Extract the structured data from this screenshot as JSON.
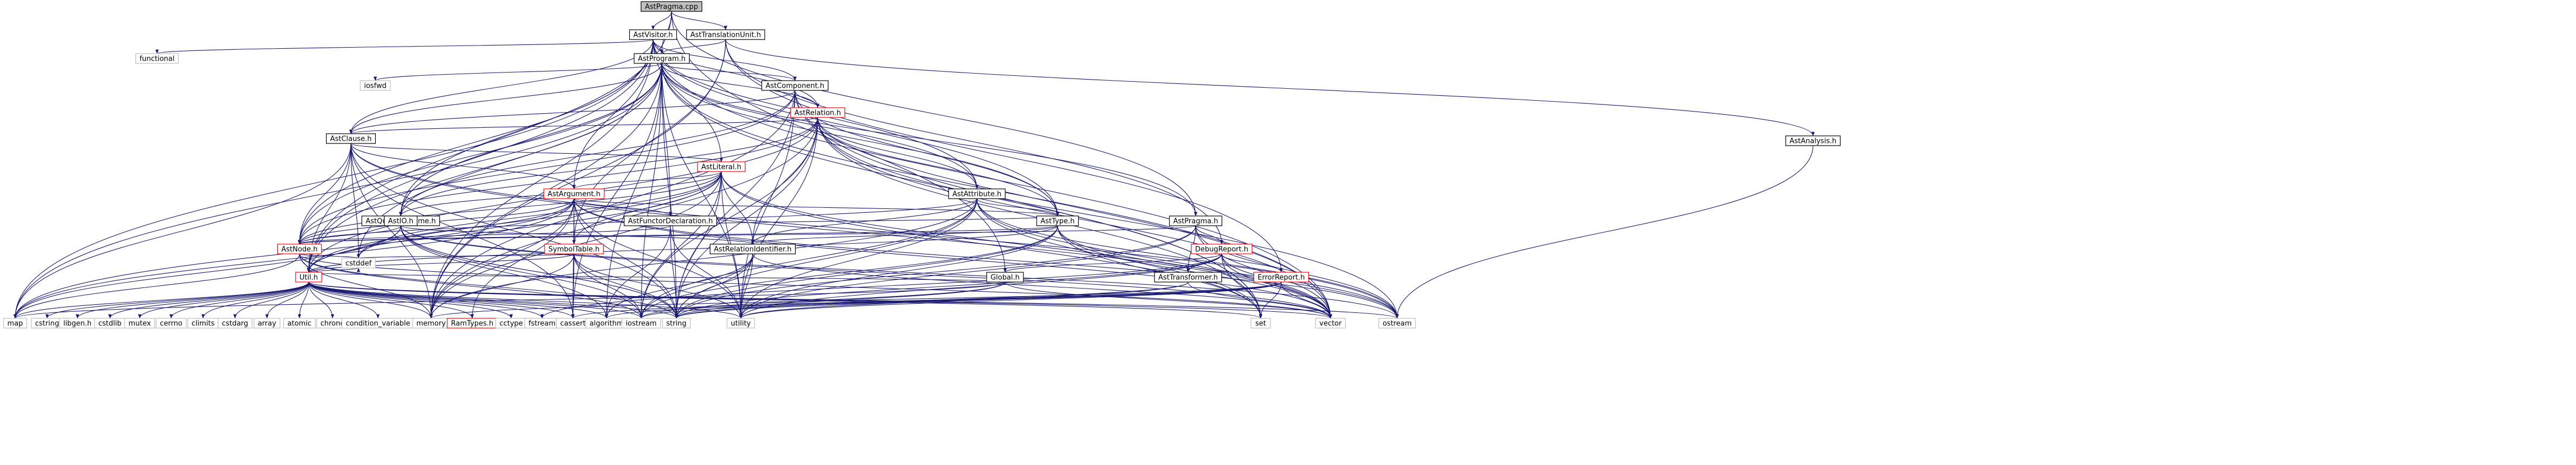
{
  "colors": {
    "root_fill": "#bfbfbf",
    "node_fill": "#ffffff",
    "system_border": "#bfbfbf",
    "link_border": "#000000",
    "external_border": "#ff0000",
    "edge": "#191970"
  },
  "nodes": [
    {
      "id": "root",
      "label": "AstPragma.cpp",
      "kind": "root"
    },
    {
      "id": "astvisitor",
      "label": "AstVisitor.h",
      "kind": "link"
    },
    {
      "id": "asttranslationunit",
      "label": "AstTranslationUnit.h",
      "kind": "link"
    },
    {
      "id": "functional",
      "label": "functional",
      "kind": "system"
    },
    {
      "id": "astprogram",
      "label": "AstProgram.h",
      "kind": "link"
    },
    {
      "id": "astanalysis",
      "label": "AstAnalysis.h",
      "kind": "link"
    },
    {
      "id": "iosfwd",
      "label": "iosfwd",
      "kind": "system"
    },
    {
      "id": "astcomponent",
      "label": "AstComponent.h",
      "kind": "link"
    },
    {
      "id": "astrelation",
      "label": "AstRelation.h",
      "kind": "external"
    },
    {
      "id": "astclause",
      "label": "AstClause.h",
      "kind": "link"
    },
    {
      "id": "astliteral",
      "label": "AstLiteral.h",
      "kind": "external"
    },
    {
      "id": "astargument",
      "label": "AstArgument.h",
      "kind": "external"
    },
    {
      "id": "astattribute",
      "label": "AstAttribute.h",
      "kind": "link"
    },
    {
      "id": "asttype",
      "label": "AstType.h",
      "kind": "link"
    },
    {
      "id": "astfunctordeclaration",
      "label": "AstFunctorDeclaration.h",
      "kind": "link"
    },
    {
      "id": "astpragma",
      "label": "AstPragma.h",
      "kind": "link"
    },
    {
      "id": "astqualifiedname",
      "label": "AstQualifiedName.h",
      "kind": "link"
    },
    {
      "id": "astabstract",
      "label": "AstIO.h",
      "kind": "link"
    },
    {
      "id": "astrelationidentifier",
      "label": "AstRelationIdentifier.h",
      "kind": "link"
    },
    {
      "id": "symboltable",
      "label": "SymbolTable.h",
      "kind": "external"
    },
    {
      "id": "astnode",
      "label": "AstNode.h",
      "kind": "external"
    },
    {
      "id": "debugreport",
      "label": "DebugReport.h",
      "kind": "external"
    },
    {
      "id": "asttransformer",
      "label": "AstTransformer.h",
      "kind": "link"
    },
    {
      "id": "global",
      "label": "Global.h",
      "kind": "link"
    },
    {
      "id": "errorreport",
      "label": "ErrorReport.h",
      "kind": "external"
    },
    {
      "id": "util",
      "label": "Util.h",
      "kind": "external"
    },
    {
      "id": "cstddef",
      "label": "cstddef",
      "kind": "system"
    },
    {
      "id": "map",
      "label": "map",
      "kind": "system"
    },
    {
      "id": "cstring",
      "label": "cstring",
      "kind": "system"
    },
    {
      "id": "libgen",
      "label": "libgen.h",
      "kind": "system"
    },
    {
      "id": "cstdlib",
      "label": "cstdlib",
      "kind": "system"
    },
    {
      "id": "mutex",
      "label": "mutex",
      "kind": "system"
    },
    {
      "id": "cerrno",
      "label": "cerrno",
      "kind": "system"
    },
    {
      "id": "climits",
      "label": "climits",
      "kind": "system"
    },
    {
      "id": "cstdarg",
      "label": "cstdarg",
      "kind": "system"
    },
    {
      "id": "array",
      "label": "array",
      "kind": "system"
    },
    {
      "id": "atomic",
      "label": "atomic",
      "kind": "system"
    },
    {
      "id": "chrono",
      "label": "chrono",
      "kind": "system"
    },
    {
      "id": "condition_variable",
      "label": "condition_variable",
      "kind": "system"
    },
    {
      "id": "memory",
      "label": "memory",
      "kind": "system"
    },
    {
      "id": "ramtypes",
      "label": "RamTypes.h",
      "kind": "external"
    },
    {
      "id": "cctype",
      "label": "cctype",
      "kind": "system"
    },
    {
      "id": "fstream",
      "label": "fstream",
      "kind": "system"
    },
    {
      "id": "cassert",
      "label": "cassert",
      "kind": "system"
    },
    {
      "id": "algorithm",
      "label": "algorithm",
      "kind": "system"
    },
    {
      "id": "iostream",
      "label": "iostream",
      "kind": "system"
    },
    {
      "id": "string",
      "label": "string",
      "kind": "system"
    },
    {
      "id": "utility",
      "label": "utility",
      "kind": "system"
    },
    {
      "id": "set",
      "label": "set",
      "kind": "system"
    },
    {
      "id": "vector",
      "label": "vector",
      "kind": "system"
    },
    {
      "id": "ostream",
      "label": "ostream",
      "kind": "system"
    }
  ],
  "edges": [
    [
      "root",
      "astvisitor"
    ],
    [
      "root",
      "asttranslationunit"
    ],
    [
      "root",
      "astprogram"
    ],
    [
      "root",
      "astpragma"
    ],
    [
      "root",
      "global"
    ],
    [
      "root",
      "util"
    ],
    [
      "astvisitor",
      "functional"
    ],
    [
      "astvisitor",
      "astprogram"
    ],
    [
      "astvisitor",
      "astclause"
    ],
    [
      "astvisitor",
      "astrelation"
    ],
    [
      "astvisitor",
      "astliteral"
    ],
    [
      "astvisitor",
      "astargument"
    ],
    [
      "astvisitor",
      "astattribute"
    ],
    [
      "astvisitor",
      "asttype"
    ],
    [
      "astvisitor",
      "astnode"
    ],
    [
      "astvisitor",
      "util"
    ],
    [
      "astvisitor",
      "vector"
    ],
    [
      "astvisitor",
      "map"
    ],
    [
      "astvisitor",
      "memory"
    ],
    [
      "astvisitor",
      "astcomponent"
    ],
    [
      "astvisitor",
      "astqualifiedname"
    ],
    [
      "asttranslationunit",
      "astprogram"
    ],
    [
      "asttranslationunit",
      "astanalysis"
    ],
    [
      "asttranslationunit",
      "debugreport"
    ],
    [
      "asttranslationunit",
      "errorreport"
    ],
    [
      "asttranslationunit",
      "symboltable"
    ],
    [
      "asttranslationunit",
      "memory"
    ],
    [
      "astanalysis",
      "ostream"
    ],
    [
      "astprogram",
      "iosfwd"
    ],
    [
      "astprogram",
      "astcomponent"
    ],
    [
      "astprogram",
      "astrelation"
    ],
    [
      "astprogram",
      "astclause"
    ],
    [
      "astprogram",
      "astattribute"
    ],
    [
      "astprogram",
      "asttype"
    ],
    [
      "astprogram",
      "astfunctordeclaration"
    ],
    [
      "astprogram",
      "astpragma"
    ],
    [
      "astprogram",
      "astqualifiedname"
    ],
    [
      "astprogram",
      "astabstract"
    ],
    [
      "astprogram",
      "astnode"
    ],
    [
      "astprogram",
      "util"
    ],
    [
      "astprogram",
      "map"
    ],
    [
      "astprogram",
      "memory"
    ],
    [
      "astprogram",
      "set"
    ],
    [
      "astprogram",
      "string"
    ],
    [
      "astprogram",
      "vector"
    ],
    [
      "astprogram",
      "utility"
    ],
    [
      "astprogram",
      "iostream"
    ],
    [
      "astprogram",
      "algorithm"
    ],
    [
      "astprogram",
      "cassert"
    ],
    [
      "astprogram",
      "cstddef"
    ],
    [
      "astcomponent",
      "astrelation"
    ],
    [
      "astcomponent",
      "astclause"
    ],
    [
      "astcomponent",
      "asttype"
    ],
    [
      "astcomponent",
      "astabstract"
    ],
    [
      "astcomponent",
      "astnode"
    ],
    [
      "astcomponent",
      "memory"
    ],
    [
      "astcomponent",
      "string"
    ],
    [
      "astcomponent",
      "vector"
    ],
    [
      "astcomponent",
      "utility"
    ],
    [
      "astcomponent",
      "set"
    ],
    [
      "astrelation",
      "astclause"
    ],
    [
      "astrelation",
      "astattribute"
    ],
    [
      "astrelation",
      "astqualifiedname"
    ],
    [
      "astrelation",
      "asttype"
    ],
    [
      "astrelation",
      "astrelationidentifier"
    ],
    [
      "astrelation",
      "astnode"
    ],
    [
      "astrelation",
      "util"
    ],
    [
      "astrelation",
      "iostream"
    ],
    [
      "astrelation",
      "string"
    ],
    [
      "astrelation",
      "vector"
    ],
    [
      "astrelation",
      "set"
    ],
    [
      "astrelation",
      "memory"
    ],
    [
      "astrelation",
      "ostream"
    ],
    [
      "astrelation",
      "utility"
    ],
    [
      "astclause",
      "astliteral"
    ],
    [
      "astclause",
      "astargument"
    ],
    [
      "astclause",
      "astnode"
    ],
    [
      "astclause",
      "util"
    ],
    [
      "astclause",
      "map"
    ],
    [
      "astclause",
      "memory"
    ],
    [
      "astclause",
      "string"
    ],
    [
      "astclause",
      "vector"
    ],
    [
      "astclause",
      "cassert"
    ],
    [
      "astclause",
      "cstddef"
    ],
    [
      "astclause",
      "ostream"
    ],
    [
      "astliteral",
      "astargument"
    ],
    [
      "astliteral",
      "astqualifiedname"
    ],
    [
      "astliteral",
      "astrelationidentifier"
    ],
    [
      "astliteral",
      "astnode"
    ],
    [
      "astliteral",
      "symboltable"
    ],
    [
      "astliteral",
      "util"
    ],
    [
      "astliteral",
      "map"
    ],
    [
      "astliteral",
      "memory"
    ],
    [
      "astliteral",
      "string"
    ],
    [
      "astliteral",
      "vector"
    ],
    [
      "astliteral",
      "cstddef"
    ],
    [
      "astliteral",
      "set"
    ],
    [
      "astliteral",
      "iostream"
    ],
    [
      "astliteral",
      "utility"
    ],
    [
      "astargument",
      "astfunctordeclaration"
    ],
    [
      "astargument",
      "asttype"
    ],
    [
      "astargument",
      "symboltable"
    ],
    [
      "astargument",
      "astnode"
    ],
    [
      "astargument",
      "util"
    ],
    [
      "astargument",
      "ramtypes"
    ],
    [
      "astargument",
      "memory"
    ],
    [
      "astargument",
      "string"
    ],
    [
      "astargument",
      "vector"
    ],
    [
      "astargument",
      "cassert"
    ],
    [
      "astargument",
      "cstddef"
    ],
    [
      "astargument",
      "utility"
    ],
    [
      "astargument",
      "ostream"
    ],
    [
      "astargument",
      "map"
    ],
    [
      "astattribute",
      "asttype"
    ],
    [
      "astattribute",
      "astrelationidentifier"
    ],
    [
      "astattribute",
      "astnode"
    ],
    [
      "astattribute",
      "iostream"
    ],
    [
      "astattribute",
      "string"
    ],
    [
      "astattribute",
      "utility"
    ],
    [
      "astattribute",
      "vector"
    ],
    [
      "astattribute",
      "memory"
    ],
    [
      "astattribute",
      "ostream"
    ],
    [
      "astattribute",
      "set"
    ],
    [
      "asttype",
      "astrelationidentifier"
    ],
    [
      "asttype",
      "astnode"
    ],
    [
      "asttype",
      "util"
    ],
    [
      "asttype",
      "iostream"
    ],
    [
      "asttype",
      "string"
    ],
    [
      "asttype",
      "set"
    ],
    [
      "asttype",
      "vector"
    ],
    [
      "asttype",
      "utility"
    ],
    [
      "asttype",
      "ostream"
    ],
    [
      "astfunctordeclaration",
      "astnode"
    ],
    [
      "astfunctordeclaration",
      "asttype"
    ],
    [
      "astfunctordeclaration",
      "string"
    ],
    [
      "astfunctordeclaration",
      "utility"
    ],
    [
      "astfunctordeclaration",
      "algorithm"
    ],
    [
      "astpragma",
      "astnode"
    ],
    [
      "astpragma",
      "asttransformer"
    ],
    [
      "astpragma",
      "debugreport"
    ],
    [
      "astpragma",
      "string"
    ],
    [
      "astpragma",
      "utility"
    ],
    [
      "astpragma",
      "vector"
    ],
    [
      "astpragma",
      "ostream"
    ],
    [
      "astqualifiedname",
      "util"
    ],
    [
      "astqualifiedname",
      "iostream"
    ],
    [
      "astqualifiedname",
      "string"
    ],
    [
      "astqualifiedname",
      "vector"
    ],
    [
      "astqualifiedname",
      "algorithm"
    ],
    [
      "astabstract",
      "astnode"
    ],
    [
      "astabstract",
      "astrelationidentifier"
    ],
    [
      "astabstract",
      "map"
    ],
    [
      "astabstract",
      "string"
    ],
    [
      "astabstract",
      "ostream"
    ],
    [
      "astrelationidentifier",
      "algorithm"
    ],
    [
      "astrelationidentifier",
      "iostream"
    ],
    [
      "astrelationidentifier",
      "string"
    ],
    [
      "astrelationidentifier",
      "vector"
    ],
    [
      "astrelationidentifier",
      "utility"
    ],
    [
      "symboltable",
      "util"
    ],
    [
      "symboltable",
      "cassert"
    ],
    [
      "symboltable",
      "cstddef"
    ],
    [
      "symboltable",
      "iostream"
    ],
    [
      "symboltable",
      "string"
    ],
    [
      "symboltable",
      "memory"
    ],
    [
      "symboltable",
      "utility"
    ],
    [
      "astnode",
      "util"
    ],
    [
      "astnode",
      "cstddef"
    ],
    [
      "astnode",
      "iostream"
    ],
    [
      "astnode",
      "memory"
    ],
    [
      "astnode",
      "string"
    ],
    [
      "astnode",
      "map"
    ],
    [
      "astnode",
      "vector"
    ],
    [
      "debugreport",
      "asttransformer"
    ],
    [
      "debugreport",
      "global"
    ],
    [
      "debugreport",
      "errorreport"
    ],
    [
      "debugreport",
      "string"
    ],
    [
      "debugreport",
      "set"
    ],
    [
      "debugreport",
      "vector"
    ],
    [
      "debugreport",
      "ostream"
    ],
    [
      "debugreport",
      "utility"
    ],
    [
      "debugreport",
      "fstream"
    ],
    [
      "asttransformer",
      "string"
    ],
    [
      "asttransformer",
      "vector"
    ],
    [
      "asttransformer",
      "utility"
    ],
    [
      "global",
      "util"
    ],
    [
      "global",
      "map"
    ],
    [
      "global",
      "string"
    ],
    [
      "global",
      "iostream"
    ],
    [
      "global",
      "vector"
    ],
    [
      "errorreport",
      "algorithm"
    ],
    [
      "errorreport",
      "cassert"
    ],
    [
      "errorreport",
      "iostream"
    ],
    [
      "errorreport",
      "memory"
    ],
    [
      "errorreport",
      "set"
    ],
    [
      "errorreport",
      "string"
    ],
    [
      "errorreport",
      "vector"
    ],
    [
      "errorreport",
      "utility"
    ],
    [
      "util",
      "map"
    ],
    [
      "util",
      "cstring"
    ],
    [
      "util",
      "libgen"
    ],
    [
      "util",
      "cstdlib"
    ],
    [
      "util",
      "mutex"
    ],
    [
      "util",
      "cerrno"
    ],
    [
      "util",
      "climits"
    ],
    [
      "util",
      "cstdarg"
    ],
    [
      "util",
      "array"
    ],
    [
      "util",
      "atomic"
    ],
    [
      "util",
      "chrono"
    ],
    [
      "util",
      "condition_variable"
    ],
    [
      "util",
      "memory"
    ],
    [
      "util",
      "ramtypes"
    ],
    [
      "util",
      "cctype"
    ],
    [
      "util",
      "fstream"
    ],
    [
      "util",
      "cassert"
    ],
    [
      "util",
      "algorithm"
    ],
    [
      "util",
      "iostream"
    ],
    [
      "util",
      "string"
    ],
    [
      "util",
      "utility"
    ],
    [
      "util",
      "set"
    ],
    [
      "util",
      "vector"
    ],
    [
      "util",
      "ostream"
    ],
    [
      "util",
      "cstddef"
    ]
  ]
}
